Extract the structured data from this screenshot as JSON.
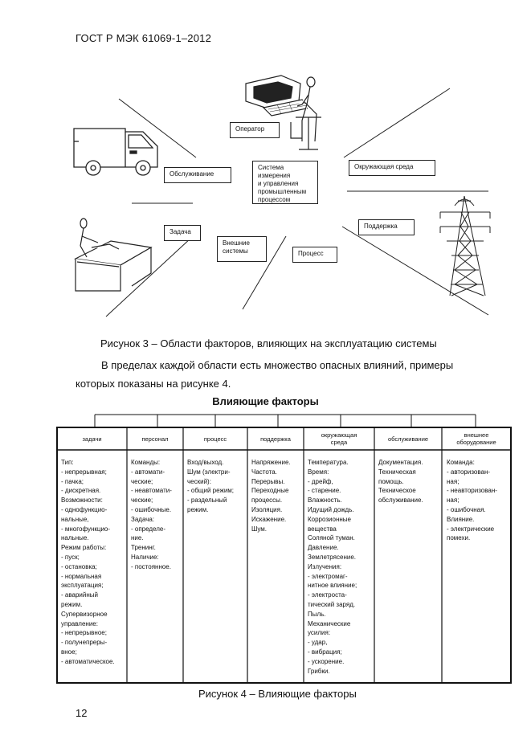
{
  "header": {
    "doc_id": "ГОСТ Р МЭК 61069-1–2012"
  },
  "figure3": {
    "boxes": {
      "operator": "Оператор",
      "maintenance": "Обслуживание",
      "system": "Система\nизмерения\nи управления\nпромышленным\nпроцессом",
      "environment": "Окружающая среда",
      "support": "Поддержка",
      "task": "Задача",
      "external": "Внешние\nсистемы",
      "process": "Процесс"
    },
    "caption": "Рисунок 3 – Области факторов, влияющих на эксплуатацию системы"
  },
  "paragraph": {
    "line1": "В пределах каждой области есть множество опасных влияний, примеры",
    "line2": "которых показаны на рисунке 4."
  },
  "figure4": {
    "title": "Влияющие факторы",
    "columns": [
      {
        "head": "задачи",
        "body": "Тип:\n- непрерывная;\n- пачка;\n- дискретная.\nВозможности:\n- однофункцио-\nнальные,\n- многофункцио-\nнальные.\nРежим работы:\n- пуск;\n- остановка;\n- нормальная\nэксплуатация;\n- аварийный\nрежим.\nСупервизорное\nуправление:\n- непрерывное;\n- полунепреры-\nвное;\n- автоматическое."
      },
      {
        "head": "персонал",
        "body": "Команды:\n- автомати-\nческие;\n- неавтомати-\nческие;\n- ошибочные.\nЗадача:\n- определе-\nние.\nТренинг.\nНаличие:\n- постоянное."
      },
      {
        "head": "процесс",
        "body": "Вход/выход.\nШум (электри-\nческий):\n- общий режим;\n- раздельный\nрежим."
      },
      {
        "head": "поддержка",
        "body": "Напряжение.\nЧастота.\nПерерывы.\nПереходные\nпроцессы.\nИзоляция.\nИскажение.\n Шум."
      },
      {
        "head": "окружающая\nсреда",
        "body": "Температура.\nВремя:\n- дрейф,\n- старение.\nВлажность.\nИдущий дождь.\nКоррозионные\nвещества\nСоляной туман.\nДавление.\nЗемлетрясение.\nИзлучения:\n- электромаг-\nнитное влияние;\n- электроста-\nтический заряд.\nПыль.\nМеханические\nусилия:\n- удар,\n- вибрация;\n- ускорение.\nГрибки."
      },
      {
        "head": "обслуживание",
        "body": "Документация.\nТехническая\nпомощь.\nТехническое\nобслуживание."
      },
      {
        "head": "внешнее\nоборудование",
        "body": "Команда:\n- авторизован-\nная;\n- неавторизован-\nная;\n- ошибочная.\nВлияние.\n- электрические\nпомехи."
      }
    ],
    "caption": "Рисунок 4 – Влияющие факторы"
  },
  "page_number": "12"
}
